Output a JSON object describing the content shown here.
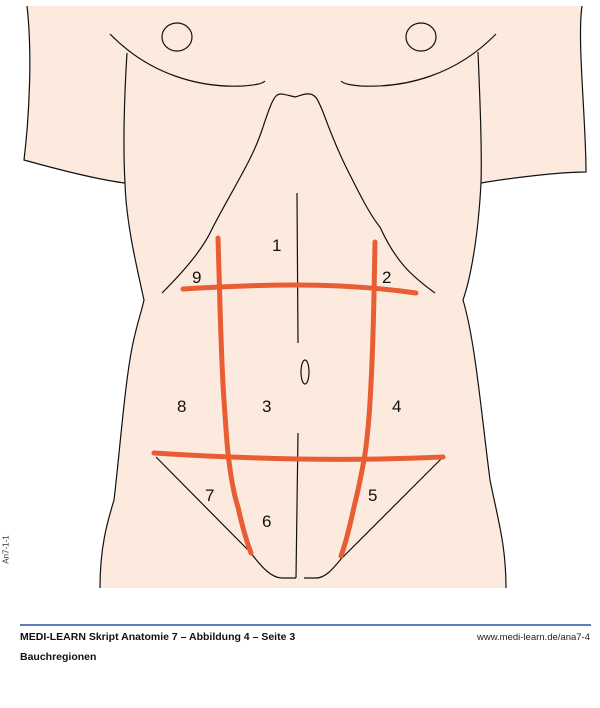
{
  "figure": {
    "region_labels": [
      "1",
      "2",
      "3",
      "4",
      "5",
      "6",
      "7",
      "8",
      "9"
    ],
    "colors": {
      "skin": "#fdeadf",
      "region_lines": "#e85d34",
      "outline": "#111111",
      "footer_rule": "#5b7fb8"
    }
  },
  "side_code": "An7-1-1",
  "footer": {
    "title": "MEDI-LEARN Skript Anatomie 7 – Abbildung 4 – Seite 3",
    "subtitle": "Bauchregionen",
    "url": "www.medi-learn.de/ana7-4"
  }
}
